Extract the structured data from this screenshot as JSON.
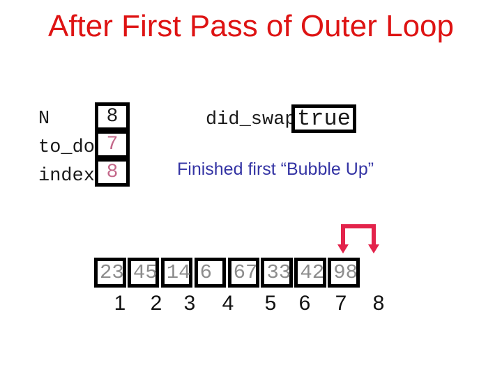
{
  "slide": {
    "title": "After First Pass of Outer Loop",
    "caption": "Finished first “Bubble Up”"
  },
  "variables": [
    {
      "name": "N",
      "value": "8",
      "highlight": false
    },
    {
      "name": "to_do",
      "value": "7",
      "highlight": true
    },
    {
      "name": "index",
      "value": "8",
      "highlight": true
    }
  ],
  "did_swap": {
    "label": "did_swap",
    "value": "true"
  },
  "array": {
    "values": [
      "23",
      "45",
      "14",
      "6",
      "67",
      "33",
      "42",
      "98"
    ],
    "indices": [
      "1",
      "2",
      "3",
      "4",
      "5",
      "6",
      "7",
      "8"
    ]
  },
  "icons": {
    "swap_bracket": "loop-swap-arrow-icon"
  },
  "colors": {
    "title": "#de1313",
    "caption": "#3434a4",
    "highlight_value": "#c4688a",
    "array_value": "#8c8c8c",
    "arrow": "#e3234b"
  }
}
